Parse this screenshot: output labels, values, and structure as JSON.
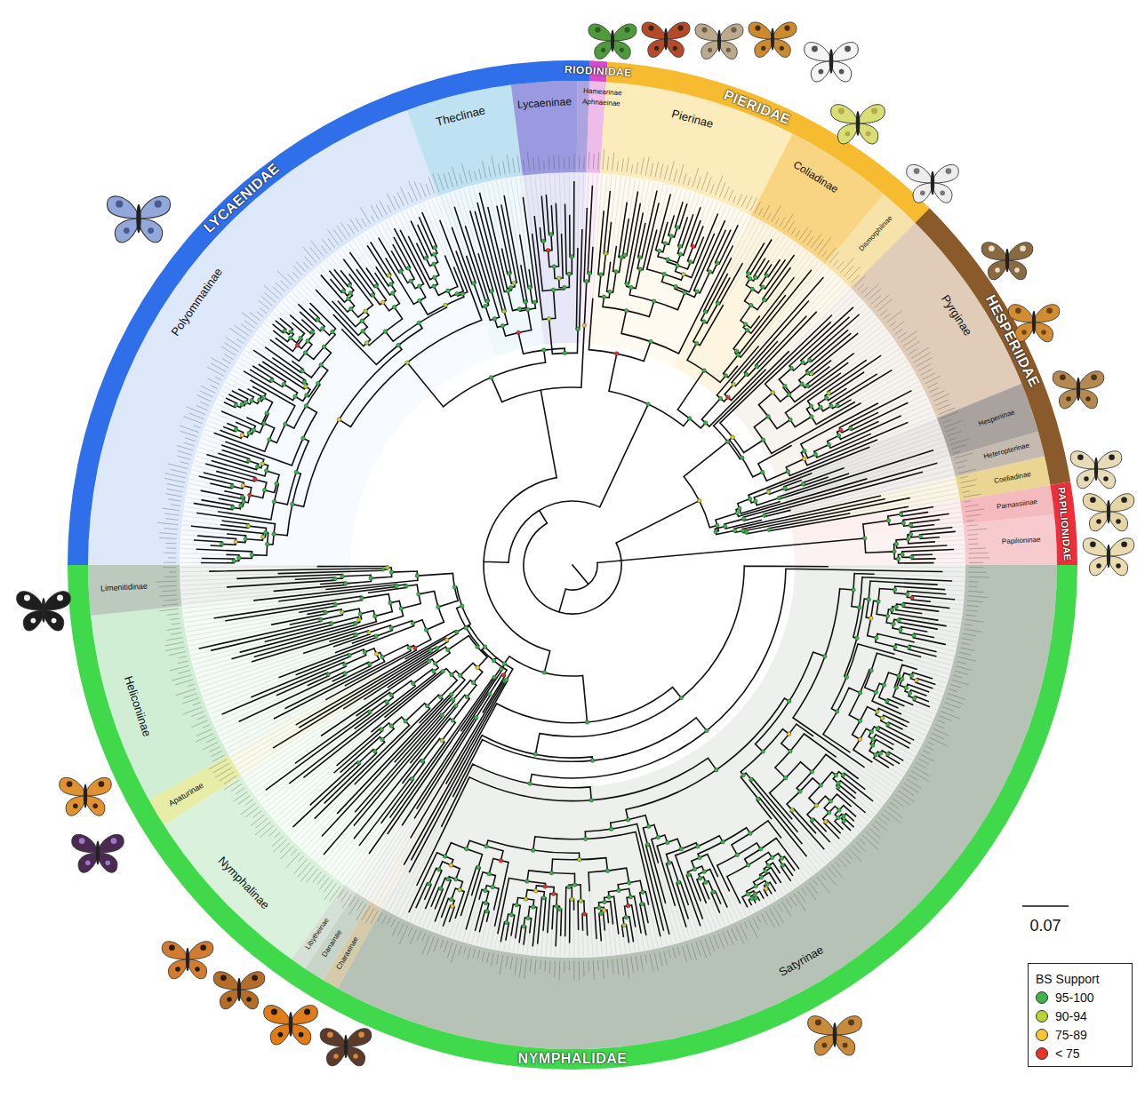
{
  "diagram": {
    "nodes": [
      {
        "text": [
          "RIODINIDAE"
        ]
      },
      {
        "text": [
          "PIERIDAE"
        ]
      },
      {
        "text": [
          "HESPERIIDAE"
        ]
      },
      {
        "text": [
          "PAPILIONIDAE"
        ]
      },
      {
        "text": [
          "NYMPHALIDAE"
        ]
      },
      {
        "text": [
          "LYCAENIDAE"
        ]
      },
      {
        "text": [
          "Hamearinae"
        ]
      },
      {
        "text": [
          "Aphnaeinae"
        ]
      },
      {
        "text": [
          "Pierinae"
        ]
      },
      {
        "text": [
          "Coliadinae"
        ]
      },
      {
        "text": [
          "Dismorphiinae"
        ]
      },
      {
        "text": [
          "Pyrginae"
        ]
      },
      {
        "text": [
          "Hesperiinae"
        ]
      },
      {
        "text": [
          "Heteropterinae"
        ]
      },
      {
        "text": [
          "Coeliadinae"
        ]
      },
      {
        "text": [
          "Parnassiinae"
        ]
      },
      {
        "text": [
          "Papilioninae"
        ]
      },
      {
        "text": [
          "Satyrinae"
        ]
      },
      {
        "text": [
          "Charaxinae"
        ]
      },
      {
        "text": [
          "Danainae"
        ]
      },
      {
        "text": [
          "Libytheinae"
        ]
      },
      {
        "text": [
          "Nymphalinae"
        ]
      },
      {
        "text": [
          "Apaturinae"
        ]
      },
      {
        "text": [
          "Heliconiinae"
        ]
      },
      {
        "text": [
          "Limenitidinae"
        ]
      },
      {
        "text": [
          "Polyommatinae"
        ]
      },
      {
        "text": [
          "Theclinae"
        ]
      },
      {
        "text": [
          "Lycaeninae"
        ]
      }
    ],
    "labels": [
      "0.07",
      "BS Support"
    ],
    "legend": [
      {
        "text": "95-100",
        "color": "#3bb54a"
      },
      {
        "text": "90-94",
        "color": "#b8d433"
      },
      {
        "text": "75-89",
        "color": "#f3c530"
      },
      {
        "text": "< 75",
        "color": "#e8322a"
      }
    ]
  }
}
